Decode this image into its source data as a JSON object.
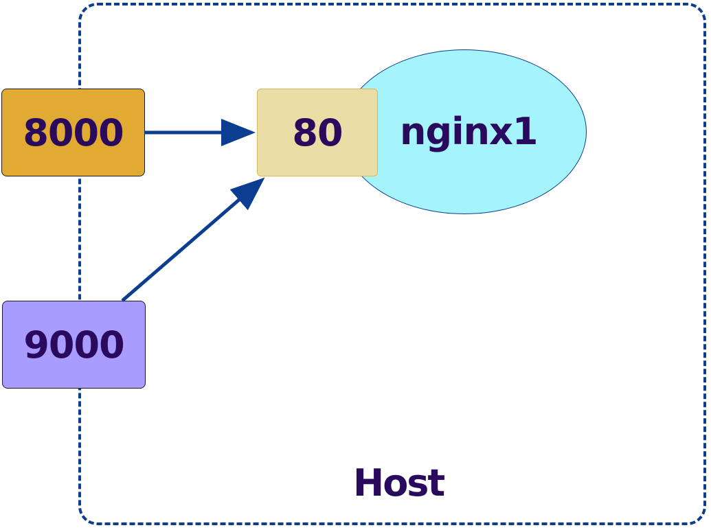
{
  "host": {
    "label": "Host"
  },
  "container": {
    "name": "nginx1",
    "port": "80"
  },
  "host_ports": [
    {
      "port": "8000",
      "color": "#e1ab33"
    },
    {
      "port": "9000",
      "color": "#a99cff"
    }
  ],
  "colors": {
    "frame": "#0b3d91",
    "arrow": "#0b3d91",
    "text": "#2a0a5c",
    "container": "#a6f4fb",
    "container_port": "#eadda6"
  }
}
